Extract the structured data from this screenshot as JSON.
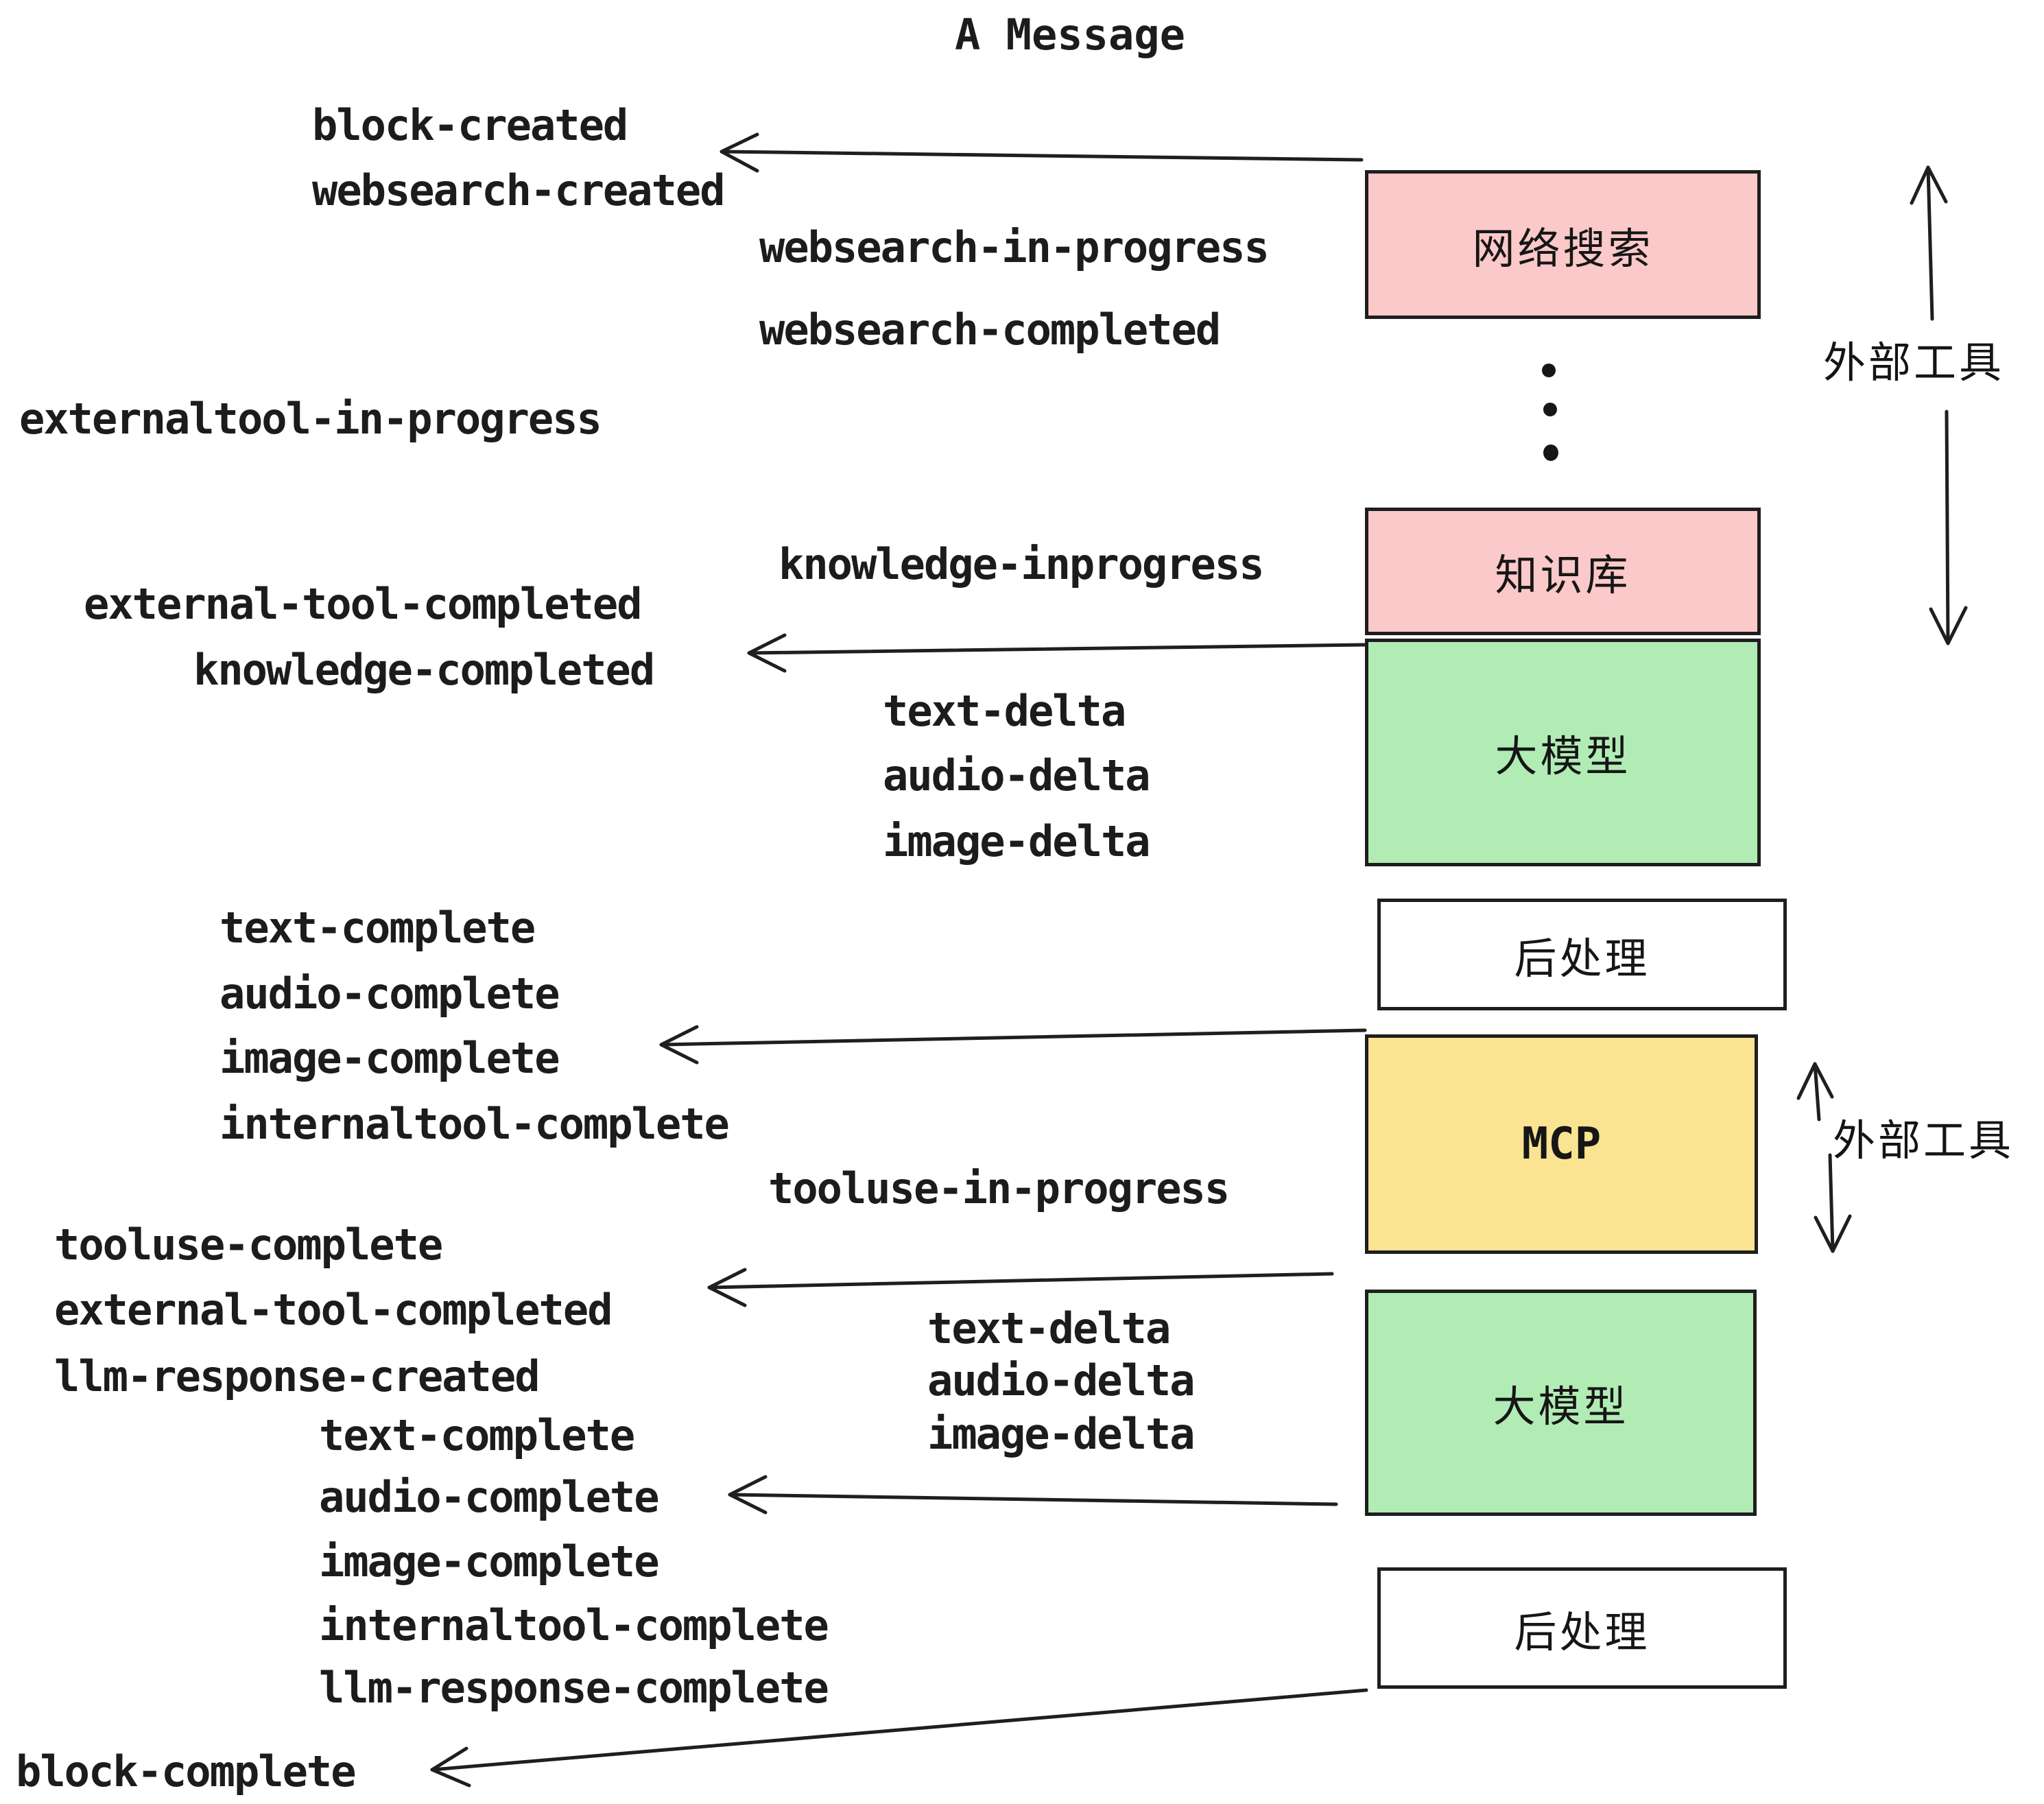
{
  "title": "A Message",
  "colors": {
    "box_pink": "#FBC9C9",
    "box_green": "#B2ECB5",
    "box_yellow": "#FAE491",
    "box_white": "#FFFFFF",
    "stroke": "#1E1E1E"
  },
  "boxes": {
    "websearch": {
      "label": "网络搜索"
    },
    "knowledge": {
      "label": "知识库"
    },
    "llm_top": {
      "label": "大模型"
    },
    "post_top": {
      "label": "后处理"
    },
    "mcp": {
      "label": "MCP"
    },
    "llm_bottom": {
      "label": "大模型"
    },
    "post_bottom": {
      "label": "后处理"
    }
  },
  "annotations": {
    "external_tool_top": "外部工具",
    "external_tool_bottom": "外部工具"
  },
  "events": {
    "block_created": "block-created",
    "websearch_created": "websearch-created",
    "websearch_in_progress": "websearch-in-progress",
    "websearch_completed": "websearch-completed",
    "externaltool_in_progress": "externaltool-in-progress",
    "knowledge_inprogress": "knowledge-inprogress",
    "external_tool_completed_first": "external-tool-completed",
    "knowledge_completed": "knowledge-completed",
    "text_delta_first": "text-delta",
    "audio_delta_first": "audio-delta",
    "image_delta_first": "image-delta",
    "text_complete_first": "text-complete",
    "audio_complete_first": "audio-complete",
    "image_complete_first": "image-complete",
    "internaltool_complete_first": "internaltool-complete",
    "tooluse_in_progress": "tooluse-in-progress",
    "tooluse_complete": "tooluse-complete",
    "external_tool_completed_second": "external-tool-completed",
    "llm_response_created": "llm-response-created",
    "text_delta_second": "text-delta",
    "audio_delta_second": "audio-delta",
    "image_delta_second": "image-delta",
    "text_complete_second": "text-complete",
    "audio_complete_second": "audio-complete",
    "image_complete_second": "image-complete",
    "internaltool_complete_second": "internaltool-complete",
    "llm_response_complete": "llm-response-complete",
    "block_complete": "block-complete"
  }
}
